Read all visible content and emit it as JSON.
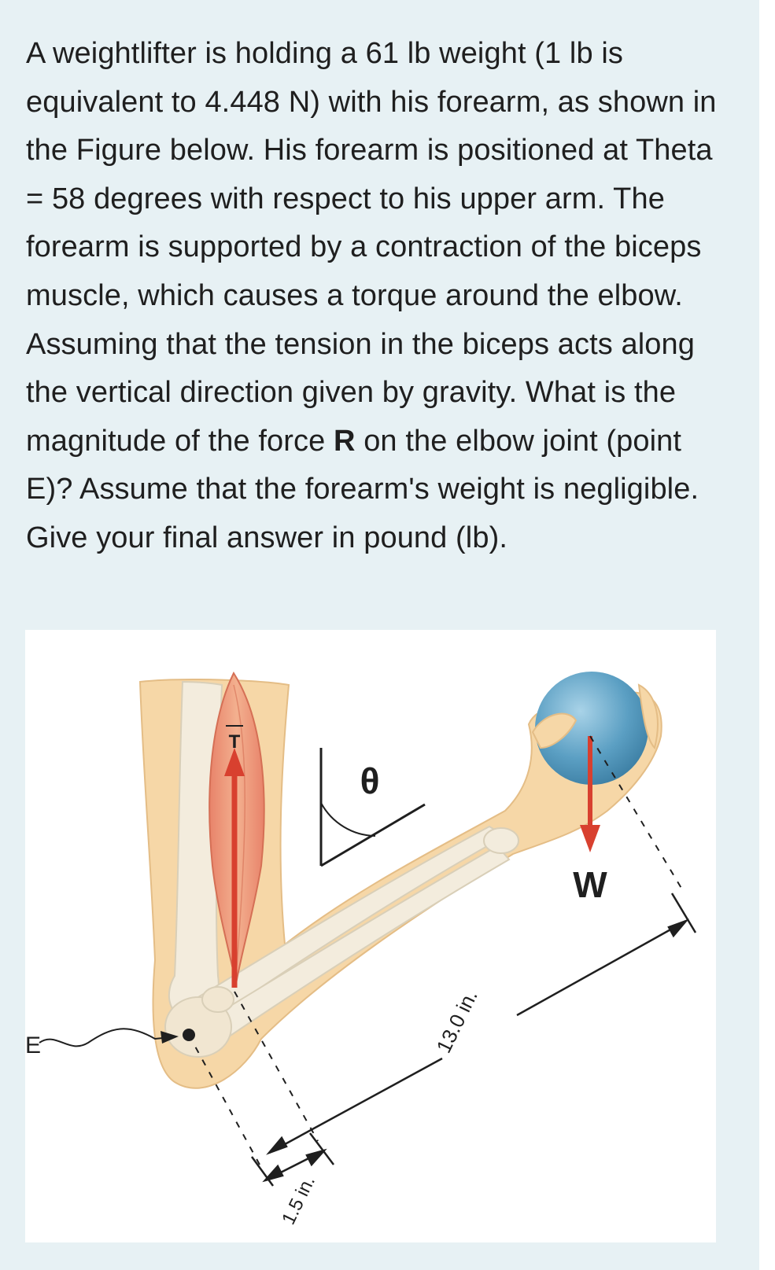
{
  "question": {
    "part1": "A weightlifter is holding a 61 lb weight (1 lb is equivalent to 4.448 N) with his forearm, as shown in the Figure below. His forearm is positioned at Theta = 58 degrees with respect to his upper arm. The forearm is supported by a contraction of the biceps muscle, which causes a torque around the elbow. Assuming that the tension in the biceps acts along the vertical direction given by gravity. What is the magnitude of the force ",
    "bold": "R",
    "part2": " on the elbow joint (point E)? Assume that the forearm's weight is negligible. Give your final answer in pound (lb)."
  },
  "figure": {
    "label_T": "T",
    "label_theta": "θ",
    "label_W": "W",
    "label_E": "E",
    "label_long": "13.0 in.",
    "label_short": "1.5 in."
  },
  "colors": {
    "background": "#e7f1f4",
    "skin": "#f6d7a7",
    "bone": "#f3ecdd",
    "muscle": "#ef9a7a",
    "arrow": "#d8402f",
    "ball": "#5b9fc3"
  }
}
